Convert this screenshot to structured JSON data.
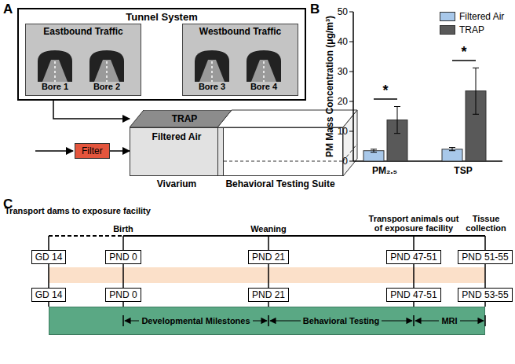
{
  "diagram": {
    "nodes": [
      {
        "text": [
          "Tunnel System"
        ]
      },
      {
        "text": [
          "Eastbound Traffic"
        ],
        "in": 0
      },
      {
        "text": [
          "Bore 1"
        ],
        "in": 1
      },
      {
        "text": [
          "Bore 2"
        ],
        "in": 1
      },
      {
        "text": [
          "Westbound Traffic"
        ],
        "in": 0
      },
      {
        "text": [
          "Bore 3"
        ],
        "in": 4
      },
      {
        "text": [
          "Bore 4"
        ],
        "in": 4
      },
      {
        "text": [
          "Filter"
        ]
      },
      {
        "text": [
          "TRAP"
        ]
      },
      {
        "text": [
          "Filtered Air",
          "Vivarium"
        ]
      },
      {
        "text": [
          "Behavioral Testing Suite"
        ]
      },
      {
        "text": [
          "GD 14"
        ]
      },
      {
        "text": [
          "PND 0"
        ]
      },
      {
        "text": [
          "PND 21"
        ]
      },
      {
        "text": [
          "PND 47-51"
        ]
      },
      {
        "text": [
          "PND 51-55"
        ]
      },
      {
        "text": [
          "Developmental Milestones",
          "Behavioral Testing",
          "MRI"
        ]
      },
      {
        "text": [
          "GD 14"
        ]
      },
      {
        "text": [
          "PND 0"
        ]
      },
      {
        "text": [
          "PND 21"
        ]
      },
      {
        "text": [
          "PND 47-51"
        ]
      },
      {
        "text": [
          "PND 53-55"
        ]
      }
    ],
    "edges": [
      {
        "from": 1,
        "to": 8,
        "arrow": "to"
      },
      {
        "from": 7,
        "to": 9,
        "arrow": "to"
      }
    ],
    "labels": [
      "A",
      "B",
      "C",
      "PM Mass Concentration (μg/m³)",
      "0",
      "10",
      "20",
      "30",
      "40",
      "50",
      "PM₂.₅",
      "TSP",
      "*",
      "*",
      "Transport dams to exposure facility",
      "Birth",
      "Weaning",
      "Transport animals out of exposure facility",
      "Tissue collection"
    ],
    "legend": [
      {
        "text": "Filtered Air",
        "color": "#a8c8ea"
      },
      {
        "text": "TRAP",
        "color": "#595959"
      }
    ]
  }
}
